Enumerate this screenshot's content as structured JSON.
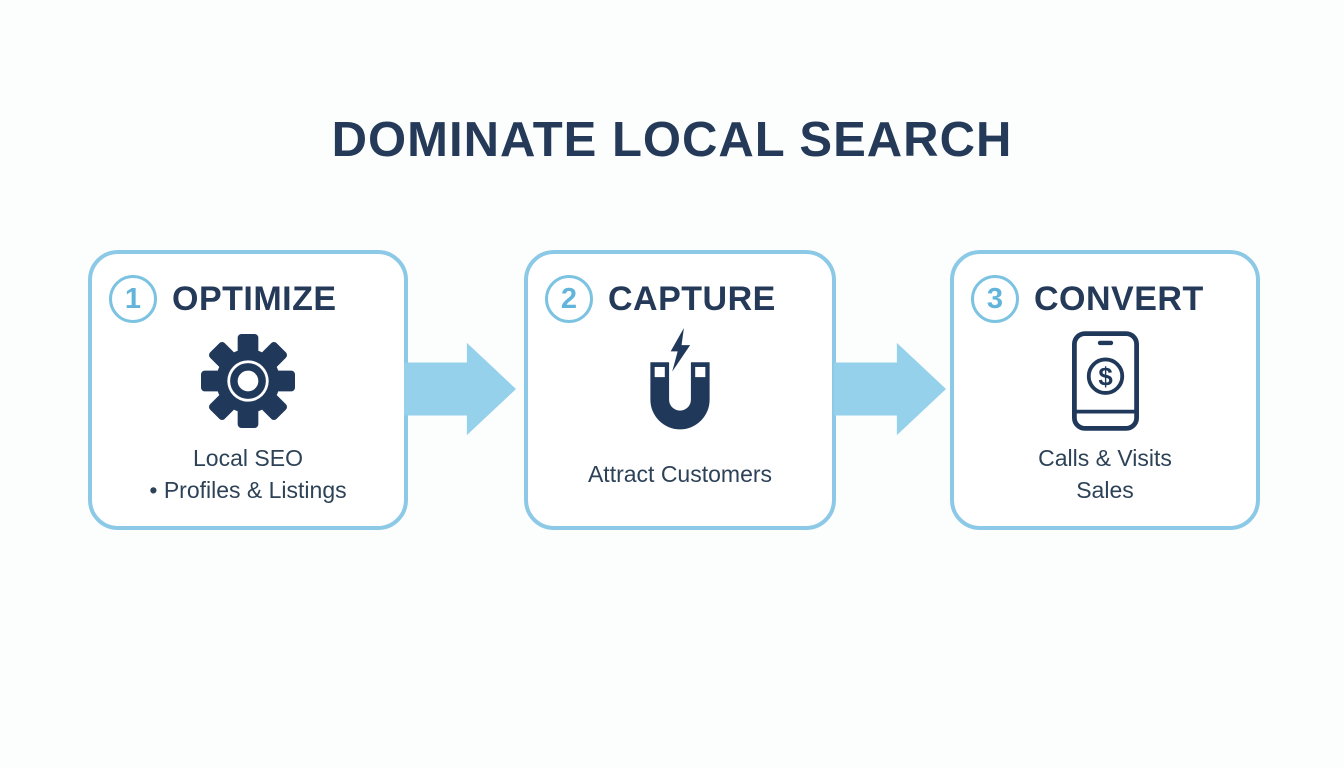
{
  "title": "DOMINATE LOCAL SEARCH",
  "steps": [
    {
      "number": "1",
      "heading": "OPTIMIZE",
      "icon": "gear-icon",
      "lines": [
        "Local SEO",
        "• Profiles & Listings"
      ]
    },
    {
      "number": "2",
      "heading": "CAPTURE",
      "icon": "magnet-icon",
      "lines": [
        "Attract Customers"
      ]
    },
    {
      "number": "3",
      "heading": "CONVERT",
      "icon": "phone-dollar-icon",
      "icon_symbol": "$",
      "lines": [
        "Calls & Visits",
        "Sales"
      ]
    }
  ],
  "colors": {
    "navy": "#243a58",
    "icon_navy": "#20395b",
    "caption": "#2d4257",
    "box_border": "#8cc9e7",
    "badge_border": "#7cc3e2",
    "badge_number": "#62b4da",
    "arrow": "#95d1ea",
    "bg": "#fcfdfd"
  }
}
